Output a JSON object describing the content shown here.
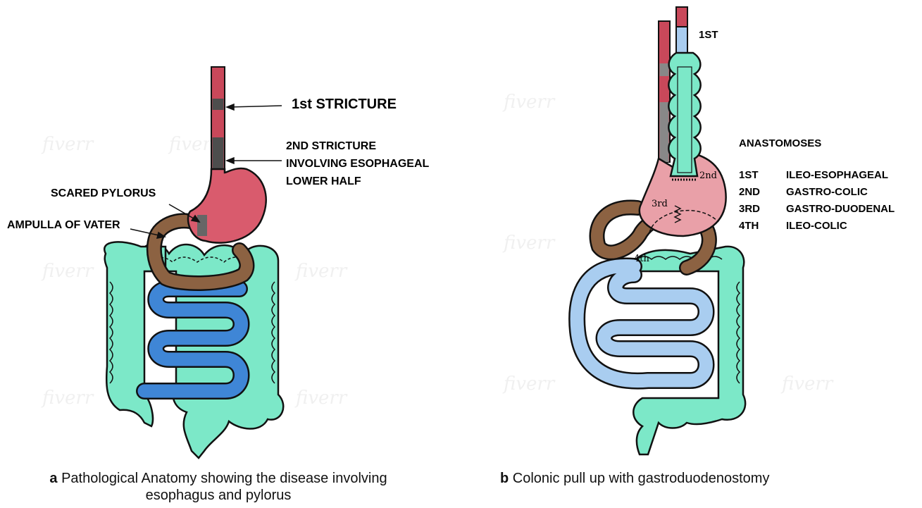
{
  "panel_a": {
    "labels": {
      "first_stricture": "1st STRICTURE",
      "second_stricture_l1": "2ND STRICTURE",
      "second_stricture_l2": "INVOLVING ESOPHAGEAL",
      "second_stricture_l3": "LOWER HALF",
      "scared_pylorus": "SCARED PYLORUS",
      "ampulla_of_vater": "AMPULLA OF VATER"
    },
    "caption": {
      "letter": "a",
      "line1": "Pathological Anatomy showing the disease involving",
      "line2": "esophagus and pylorus"
    }
  },
  "panel_b": {
    "labels": {
      "first": "1ST",
      "anastomoses_title": "ANASTOMOSES",
      "site_2nd": "2nd",
      "site_3rd": "3rd",
      "site_4th": "4th"
    },
    "anastomoses": [
      {
        "num": "1ST",
        "name": "ILEO-ESOPHAGEAL"
      },
      {
        "num": "2ND",
        "name": "GASTRO-COLIC"
      },
      {
        "num": "3RD",
        "name": "GASTRO-DUODENAL"
      },
      {
        "num": "4TH",
        "name": "ILEO-COLIC"
      }
    ],
    "caption": {
      "letter": "b",
      "line1": "Colonic pull up with gastroduodenostomy"
    }
  },
  "watermark": "fiverr",
  "colors": {
    "esophagus_red": "#c9485a",
    "stricture_gray": "#4d4d4d",
    "stomach": "#d95b6d",
    "stomach_light": "#e9a0a8",
    "duodenum": "#8c6242",
    "colon": "#7ce8c8",
    "small_intestine": "#3f86d6",
    "small_intestine_light": "#a9cdf0",
    "outline": "#111111"
  }
}
